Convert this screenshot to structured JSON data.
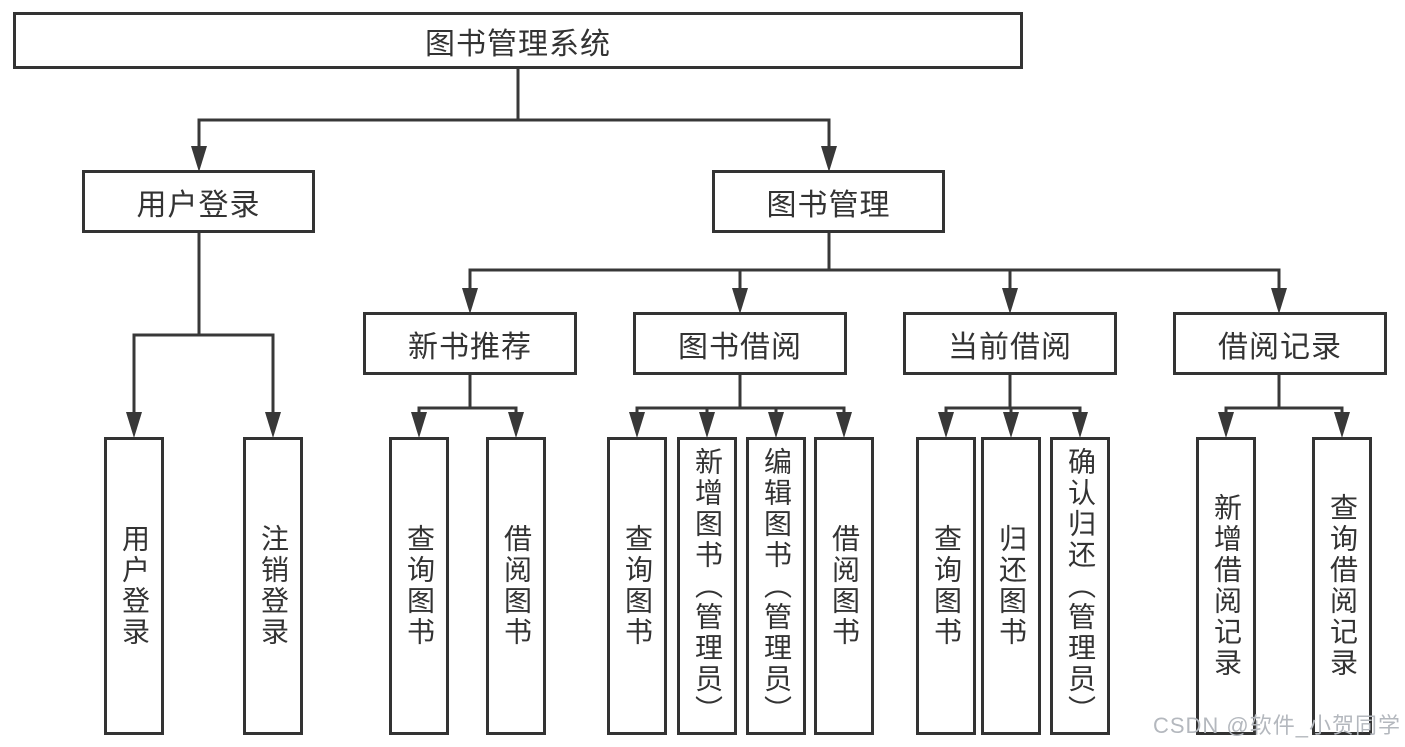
{
  "diagram": {
    "root": "图书管理系统",
    "branches": [
      {
        "label": "用户登录",
        "children": [
          "用户登录",
          "注销登录"
        ]
      },
      {
        "label": "图书管理",
        "sections": [
          {
            "label": "新书推荐",
            "children": [
              "查询图书",
              "借阅图书"
            ]
          },
          {
            "label": "图书借阅",
            "children": [
              "查询图书",
              "新增图书（管理员）",
              "编辑图书（管理员）",
              "借阅图书"
            ]
          },
          {
            "label": "当前借阅",
            "children": [
              "查询图书",
              "归还图书",
              "确认归还（管理员）"
            ]
          },
          {
            "label": "借阅记录",
            "children": [
              "新增借阅记录",
              "查询借阅记录"
            ]
          }
        ]
      }
    ]
  },
  "watermark": {
    "text": "CSDN @软件_小贺同学"
  },
  "colors": {
    "line": "#383838",
    "box_border": "#333333",
    "text": "#333333",
    "watermark": "#b4b8be",
    "background": "#ffffff"
  }
}
